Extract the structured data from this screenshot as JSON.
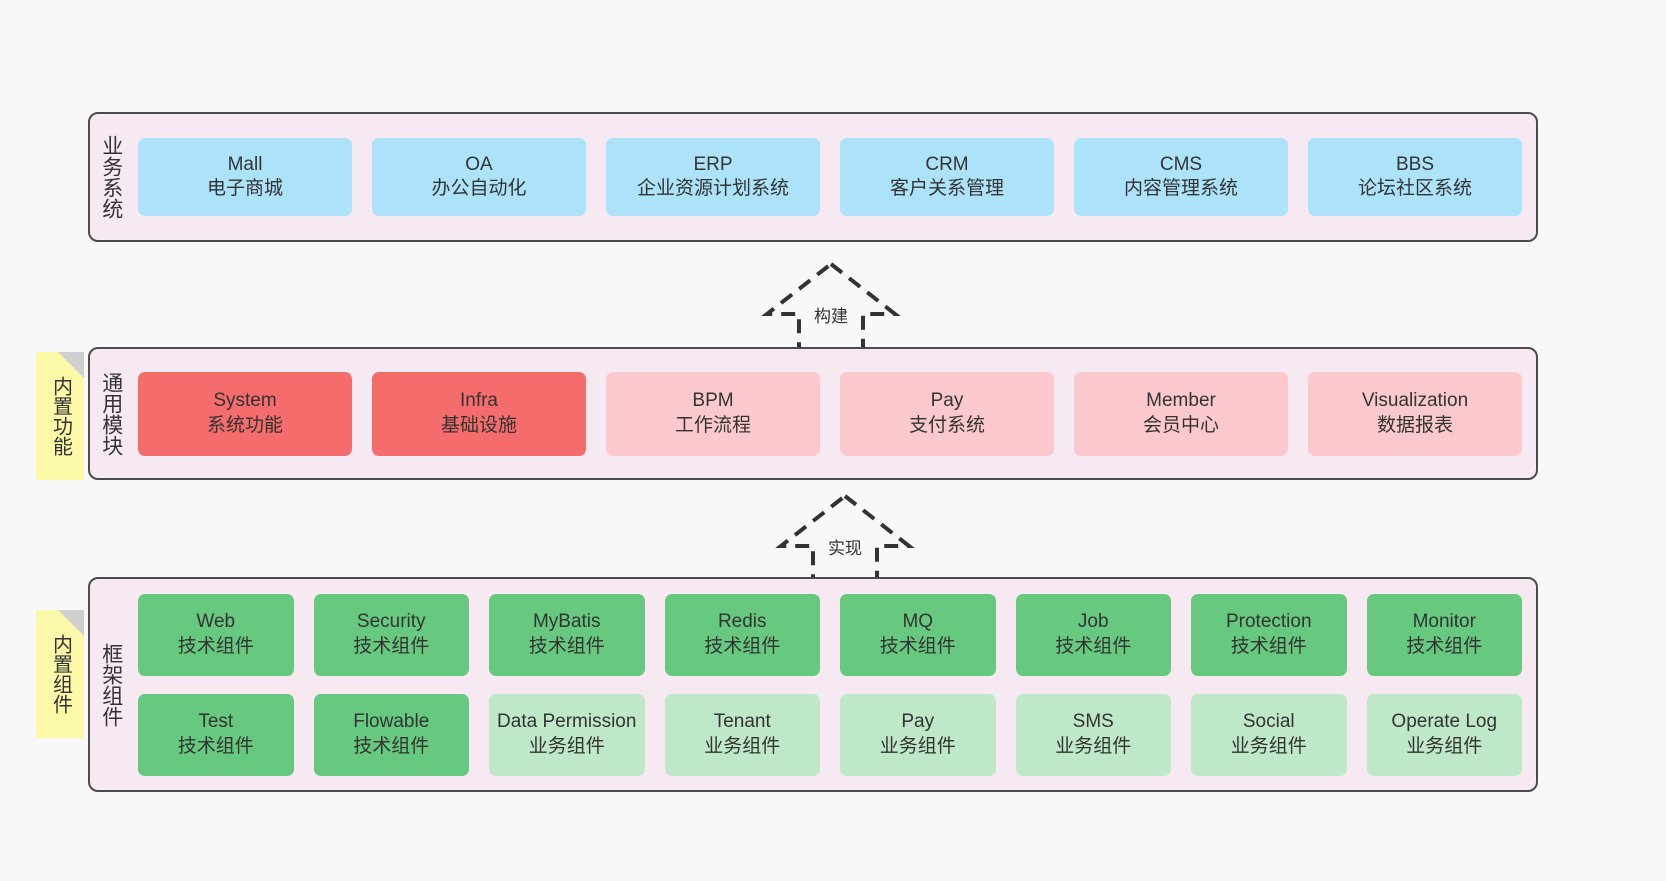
{
  "diagram": {
    "background": "#f8f8f8",
    "layer_bg": "#f7e9f2",
    "layer_border": "#4c4c4c",
    "colors": {
      "business": "#ace3fa",
      "module_core": "#f56c6c",
      "module_optional": "#fbc9cd",
      "framework_tech": "#66c97f",
      "framework_biz": "#bfe8c8",
      "sticky": "#fbf9a8",
      "sticky_fold": "#cfcfcf",
      "text": "#333333"
    }
  },
  "layers": {
    "business": {
      "title": "业务系统",
      "items": [
        {
          "name": "Mall",
          "desc": "电子商城"
        },
        {
          "name": "OA",
          "desc": "办公自动化"
        },
        {
          "name": "ERP",
          "desc": "企业资源计划系统"
        },
        {
          "name": "CRM",
          "desc": "客户关系管理"
        },
        {
          "name": "CMS",
          "desc": "内容管理系统"
        },
        {
          "name": "BBS",
          "desc": "论坛社区系统"
        }
      ]
    },
    "module": {
      "title": "通用模块",
      "sticky": "内置功能",
      "items": [
        {
          "name": "System",
          "desc": "系统功能",
          "tone": "core"
        },
        {
          "name": "Infra",
          "desc": "基础设施",
          "tone": "core"
        },
        {
          "name": "BPM",
          "desc": "工作流程",
          "tone": "optional"
        },
        {
          "name": "Pay",
          "desc": "支付系统",
          "tone": "optional"
        },
        {
          "name": "Member",
          "desc": "会员中心",
          "tone": "optional"
        },
        {
          "name": "Visualization",
          "desc": "数据报表",
          "tone": "optional"
        }
      ]
    },
    "framework": {
      "title": "框架组件",
      "sticky": "内置组件",
      "row1": [
        {
          "name": "Web",
          "desc": "技术组件",
          "tone": "tech"
        },
        {
          "name": "Security",
          "desc": "技术组件",
          "tone": "tech"
        },
        {
          "name": "MyBatis",
          "desc": "技术组件",
          "tone": "tech"
        },
        {
          "name": "Redis",
          "desc": "技术组件",
          "tone": "tech"
        },
        {
          "name": "MQ",
          "desc": "技术组件",
          "tone": "tech"
        },
        {
          "name": "Job",
          "desc": "技术组件",
          "tone": "tech"
        },
        {
          "name": "Protection",
          "desc": "技术组件",
          "tone": "tech"
        },
        {
          "name": "Monitor",
          "desc": "技术组件",
          "tone": "tech"
        }
      ],
      "row2": [
        {
          "name": "Test",
          "desc": "技术组件",
          "tone": "tech"
        },
        {
          "name": "Flowable",
          "desc": "技术组件",
          "tone": "tech"
        },
        {
          "name": "Data Permission",
          "desc": "业务组件",
          "tone": "biz"
        },
        {
          "name": "Tenant",
          "desc": "业务组件",
          "tone": "biz"
        },
        {
          "name": "Pay",
          "desc": "业务组件",
          "tone": "biz"
        },
        {
          "name": "SMS",
          "desc": "业务组件",
          "tone": "biz"
        },
        {
          "name": "Social",
          "desc": "业务组件",
          "tone": "biz"
        },
        {
          "name": "Operate Log",
          "desc": "业务组件",
          "tone": "biz"
        }
      ]
    }
  },
  "connectors": [
    {
      "label": "构建",
      "from": "通用模块",
      "to": "业务系统",
      "style": "dashed-generalization"
    },
    {
      "label": "实现",
      "from": "框架组件",
      "to": "通用模块",
      "style": "dashed-generalization"
    }
  ]
}
